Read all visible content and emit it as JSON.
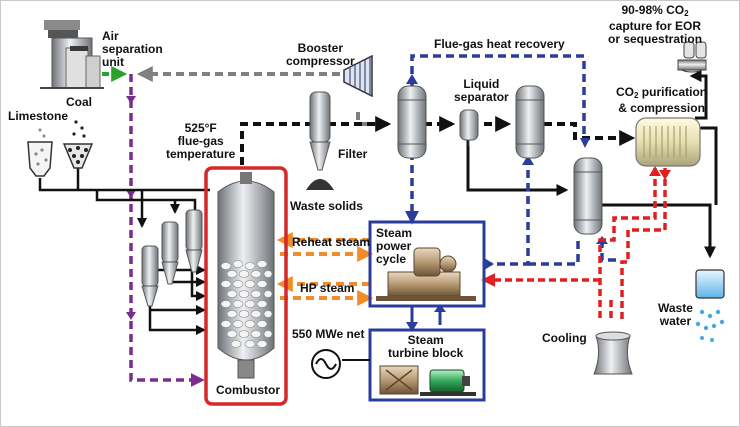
{
  "labels": {
    "air_sep_1": "Air",
    "air_sep_2": "separation",
    "air_sep_3": "unit",
    "booster_1": "Booster",
    "booster_2": "compressor",
    "flue_heat": "Flue-gas heat recovery",
    "co2_capture_pre": "90-98% CO",
    "co2_capture_sub": "2",
    "co2_capture_2": "capture for EOR",
    "co2_capture_3": "or sequestration",
    "limestone": "Limestone",
    "coal": "Coal",
    "liquid_sep_1": "Liquid",
    "liquid_sep_2": "separator",
    "co2_pur_pre": "CO",
    "co2_pur_sub": "2",
    "co2_pur_post": " purification",
    "co2_pur_2": "& compression",
    "temp_1": "525°F",
    "temp_2": "flue-gas",
    "temp_3": "temperature",
    "filter": "Filter",
    "waste_solids": "Waste solids",
    "reheat": "Reheat steam",
    "steam_cycle_1": "Steam",
    "steam_cycle_2": "power",
    "steam_cycle_3": "cycle",
    "hp_steam": "HP steam",
    "mwe": "550 MWe net",
    "turbine_1": "Steam",
    "turbine_2": "turbine block",
    "combustor": "Combustor",
    "cooling": "Cooling",
    "waste_water_1": "Waste",
    "waste_water_2": "water"
  },
  "colors": {
    "oxygen_line": "#2ca02c",
    "recycle_line": "#808080",
    "purple_line": "#7b2d8e",
    "flue_line": "#111111",
    "water_line": "#2b3d9c",
    "steam_line": "#f28c28",
    "cooling_line": "#e02020",
    "combustor_box": "#d62828",
    "steam_box": "#2b3d9c"
  }
}
